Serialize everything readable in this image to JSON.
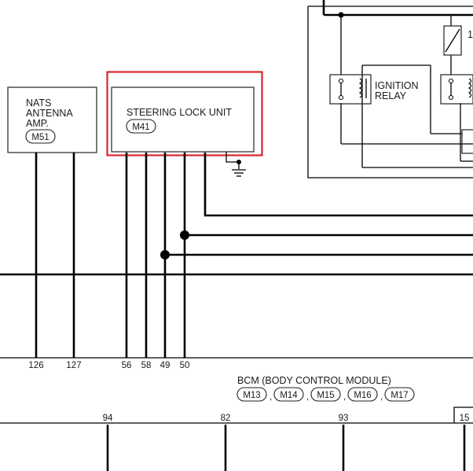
{
  "components": {
    "nats": {
      "lines": [
        "NATS",
        "ANTENNA",
        "AMP."
      ],
      "connector": "M51"
    },
    "steering_lock": {
      "title": "STEERING LOCK UNIT",
      "connector": "M41"
    },
    "ignition_relay": {
      "lines": [
        "IGNITION",
        "RELAY"
      ]
    },
    "relay_side_label": "1",
    "bcm": {
      "title": "BCM (BODY CONTROL MODULE)",
      "connectors": [
        "M13",
        "M14",
        "M15",
        "M16",
        "M17"
      ],
      "separators": [
        ",",
        ",",
        ",",
        ","
      ]
    }
  },
  "pins_top": [
    "126",
    "127",
    "56",
    "58",
    "49",
    "50"
  ],
  "pins_bottom": [
    "94",
    "82",
    "93",
    "15"
  ],
  "colors": {
    "highlight": "#d9262c",
    "wire": "#000000"
  }
}
